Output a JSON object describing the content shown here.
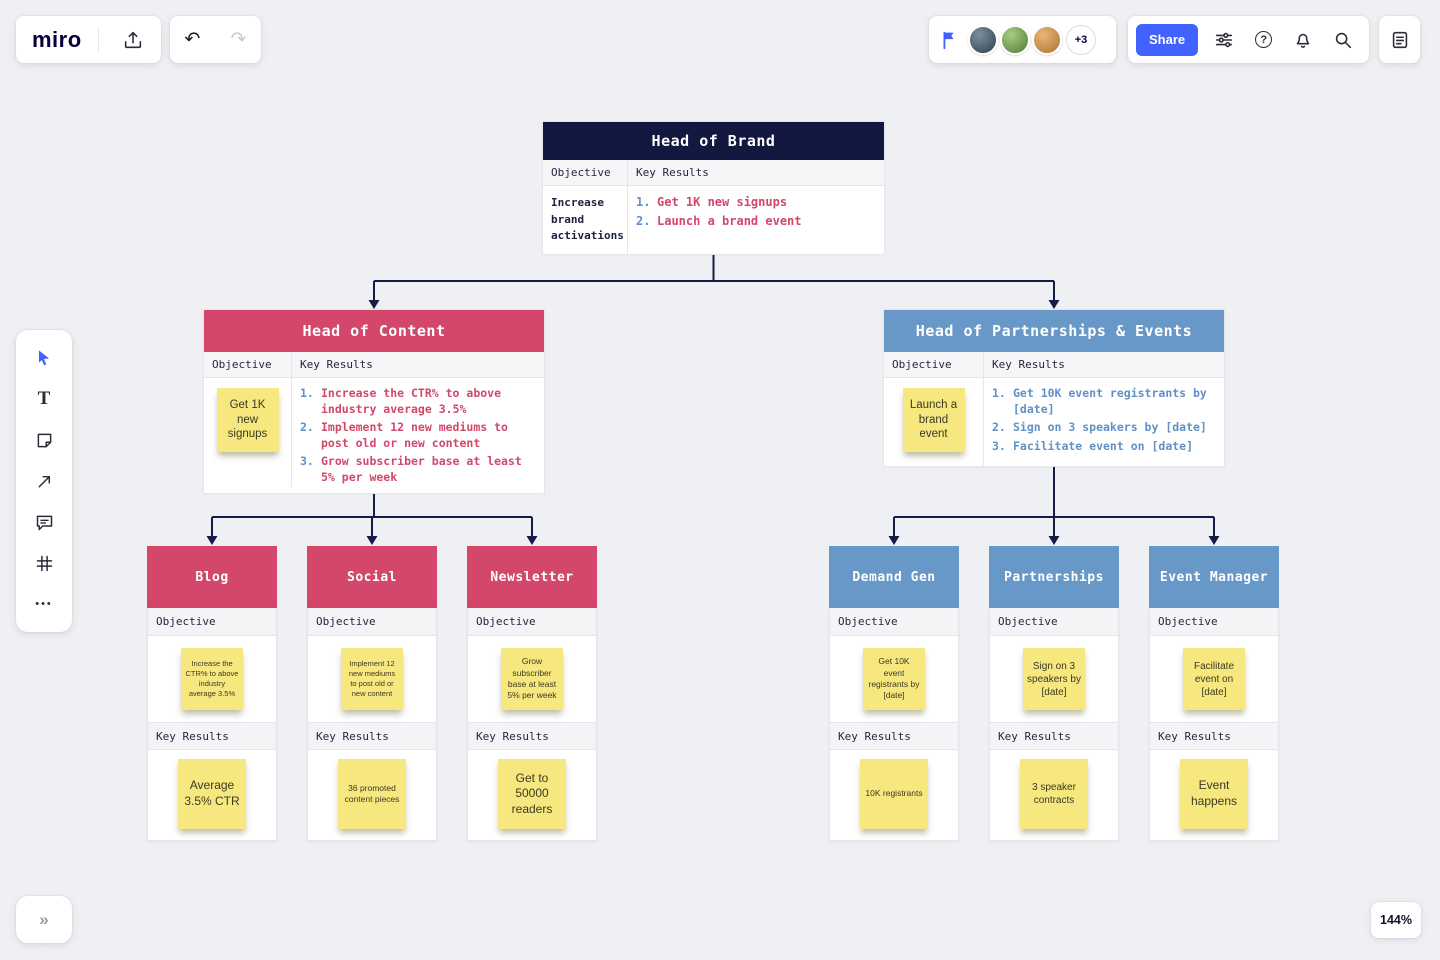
{
  "topbar": {
    "logo": "miro",
    "share_label": "Share",
    "overflow_badge": "+3",
    "help_glyph": "?"
  },
  "glyphs": {
    "undo": "↶",
    "redo": "↷",
    "text_tool": "T",
    "more_dots": "•••",
    "expand": "»"
  },
  "zoom_label": "144%",
  "labels": {
    "objective": "Objective",
    "key_results": "Key Results"
  },
  "colors": {
    "accent_blue": "#4262ff",
    "navy": "#131840",
    "red": "#d2476a",
    "steel_blue": "#6898c7",
    "number_blue": "#5a8fd0",
    "sticky_yellow": "#f7e77f"
  },
  "root": {
    "title": "Head of Brand",
    "objective": "Increase brand activations",
    "key_results": [
      {
        "n": "1.",
        "text": "Get 1K new signups"
      },
      {
        "n": "2.",
        "text": "Launch a brand event"
      }
    ]
  },
  "level2": [
    {
      "title": "Head of Content",
      "objective_sticky": "Get 1K new signups",
      "key_results": [
        {
          "n": "1.",
          "text": "Increase the CTR% to above industry average 3.5%"
        },
        {
          "n": "2.",
          "text": "Implement 12 new mediums to post old or new content"
        },
        {
          "n": "3.",
          "text": "Grow subscriber base at least 5% per week"
        }
      ]
    },
    {
      "title": "Head of Partnerships & Events",
      "objective_sticky": "Launch a brand event",
      "key_results": [
        {
          "n": "1.",
          "text": "Get 10K event registrants by [date]"
        },
        {
          "n": "2.",
          "text": "Sign on 3 speakers by [date]"
        },
        {
          "n": "3.",
          "text": "Facilitate event on [date]"
        }
      ]
    }
  ],
  "level3": [
    {
      "title": "Blog",
      "objective_sticky": "Increase the CTR% to above industry average 3.5%",
      "key_result_sticky": "Average 3.5% CTR"
    },
    {
      "title": "Social",
      "objective_sticky": "Implement 12 new mediums to post old or new content",
      "key_result_sticky": "36 promoted content pieces"
    },
    {
      "title": "Newsletter",
      "objective_sticky": "Grow subscriber base at least 5% per week",
      "key_result_sticky": "Get to 50000 readers"
    },
    {
      "title": "Demand Gen",
      "objective_sticky": "Get 10K event registrants by [date]",
      "key_result_sticky": "10K registrants"
    },
    {
      "title": "Partnerships",
      "objective_sticky": "Sign on 3 speakers by [date]",
      "key_result_sticky": "3 speaker contracts"
    },
    {
      "title": "Event Manager",
      "objective_sticky": "Facilitate event on [date]",
      "key_result_sticky": "Event happens"
    }
  ]
}
